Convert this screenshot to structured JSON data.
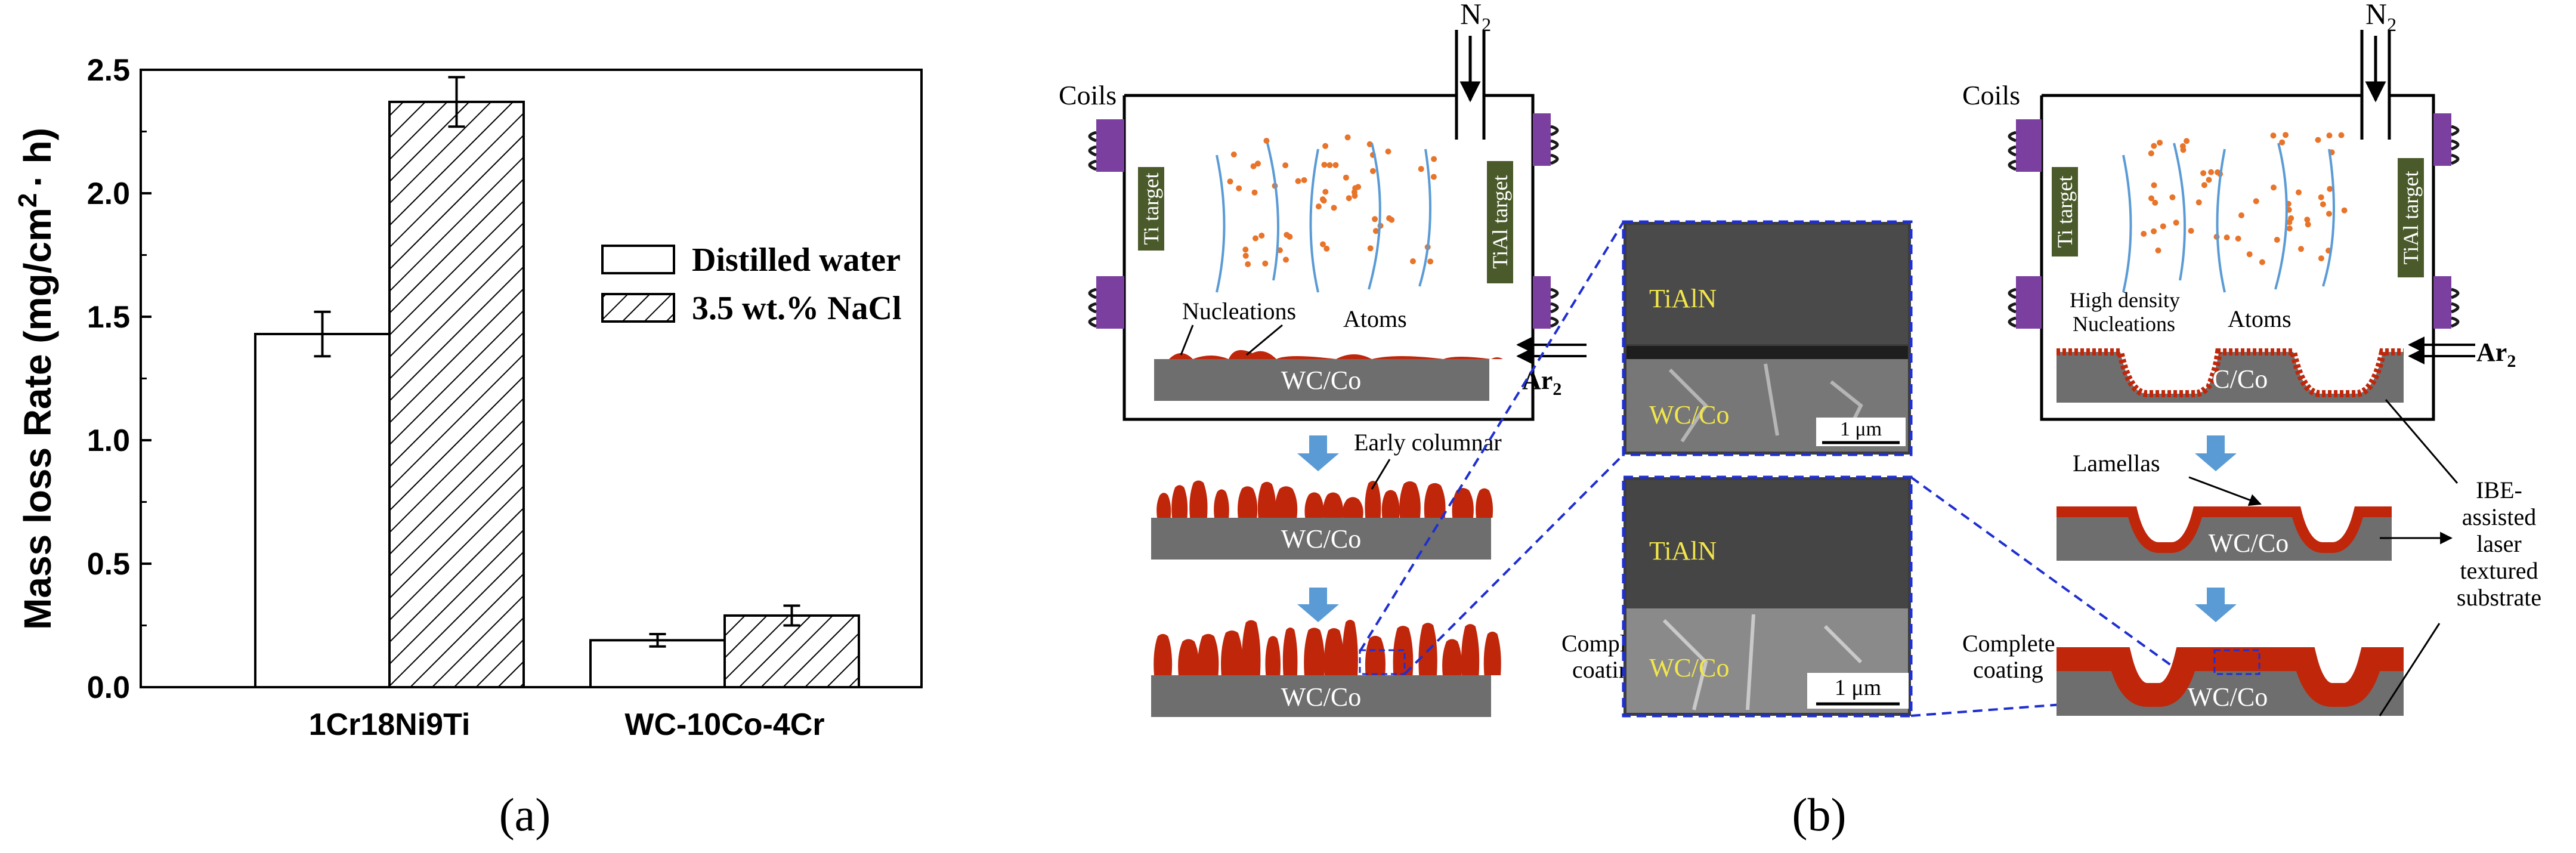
{
  "panel_a": {
    "caption": "(a)",
    "chart_data": {
      "type": "bar",
      "categories": [
        "1Cr18Ni9Ti",
        "WC-10Co-4Cr"
      ],
      "series": [
        {
          "name": "Distilled water",
          "values": [
            1.43,
            0.19
          ],
          "errors": [
            0.09,
            0.025
          ],
          "pattern": "open"
        },
        {
          "name": "3.5 wt.% NaCl",
          "values": [
            2.37,
            0.29
          ],
          "errors": [
            0.1,
            0.04
          ],
          "pattern": "hatched"
        }
      ],
      "ylabel_parts": [
        "Mass loss Rate (mg/cm",
        "2",
        "· h)"
      ],
      "ylim": [
        0,
        2.5
      ],
      "yticks": [
        "0.0",
        "0.5",
        "1.0",
        "1.5",
        "2.0",
        "2.5"
      ],
      "legend_position": "center-right",
      "grid": false
    }
  },
  "panel_b": {
    "caption": "(b)",
    "gas_n2": "N",
    "gas_n2_sub": "2",
    "gas_ar": "Ar",
    "gas_ar_sub": "2",
    "coils": "Coils",
    "ti_target": "Ti target",
    "tial_target": "TiAl target",
    "substrate": "WC/Co",
    "left": {
      "nucleations": "Nucleations",
      "atoms": "Atoms",
      "early_columnar": "Early columnar",
      "complete_coating_1": "Complete",
      "complete_coating_2": "coating"
    },
    "sem": {
      "top_layer": "TiAlN",
      "bottom_layer": "WC/Co",
      "scale": "1 μm"
    },
    "right": {
      "high_density_1": "High density",
      "high_density_2": "Nucleations",
      "atoms": "Atoms",
      "lamellas": "Lamellas",
      "complete_coating_1": "Complete",
      "complete_coating_2": "coating",
      "ibe_lines": [
        "IBE-",
        "assisted",
        "laser",
        "textured",
        "substrate"
      ]
    },
    "colors": {
      "coil": "#7b3fa0",
      "target": "#4a5a2a",
      "coating": "#c0260a",
      "substrate": "#6e6e6e",
      "arrow_blue": "#5b9bd5",
      "dashed": "#1f2fd0",
      "particle": "#e8742a",
      "sem_label": "#f2e64a"
    }
  }
}
